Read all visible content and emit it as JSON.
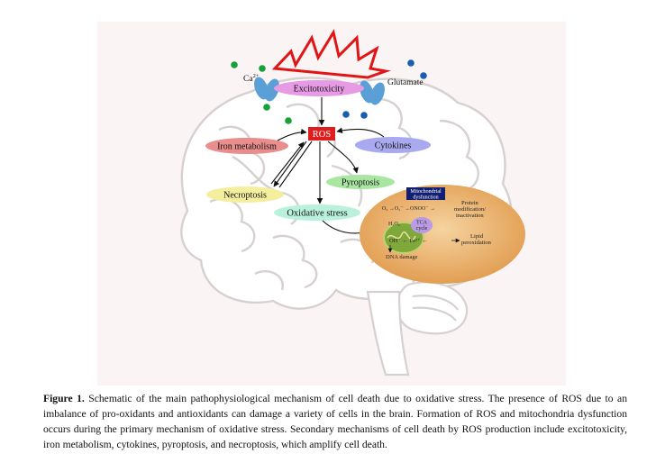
{
  "figure": {
    "labels": {
      "ca": "Ca",
      "ca_sup": "2+",
      "glutamate": "Glutamate",
      "excitotoxicity": "Excitotoxicity",
      "ros": "ROS",
      "iron_metabolism": "Iron metabolism",
      "cytokines": "Cytokines",
      "pyroptosis": "Pyroptosis",
      "necroptosis": "Necroptosis",
      "oxidative_stress": "Oxidative stress",
      "mito_title_1": "Mitochondrial",
      "mito_title_2": "dysfunction",
      "mito_o2": "O₂ →O₂⁻ →ONOO⁻ →",
      "protein_mod_1": "Protein",
      "protein_mod_2": "modification/",
      "protein_mod_3": "inactivation",
      "h2o2": "H₂O₂",
      "tca_1": "TCA",
      "tca_2": "cycle",
      "oh_chain": "OH⁻ ← Fe²⁺ ←",
      "lipid_1": "Lipid",
      "lipid_2": "peroxidation",
      "dna_damage": "DNA damage"
    },
    "colors": {
      "excitotoxicity": "#e79be4",
      "iron_metabolism": "#e98d8d",
      "cytokines": "#a9a9f0",
      "pyroptosis": "#a8e6a2",
      "necroptosis": "#f4ef9e",
      "oxidative_stress": "#b9f1dd",
      "ros_box": "#e01d1d",
      "mito_box": "#131f73",
      "explosion": "#e11515",
      "channel": "#5a9fd6",
      "ion_green": "#18a03a",
      "ion_blue": "#1b5db0",
      "mitochondria_bg": "#e8a85a"
    }
  },
  "caption": {
    "label": "Figure 1.",
    "text": " Schematic of the main pathophysiological mechanism of cell death due to oxidative stress. The presence of ROS due to an imbalance of pro-oxidants and antioxidants can damage a variety of cells in the brain. Formation of ROS and mitochondria dysfunction occurs during the primary mechanism of oxidative stress. Secondary mechanisms of cell death by ROS production include excitotoxicity, iron metabolism, cytokines, pyroptosis, and necroptosis, which amplify cell death."
  }
}
